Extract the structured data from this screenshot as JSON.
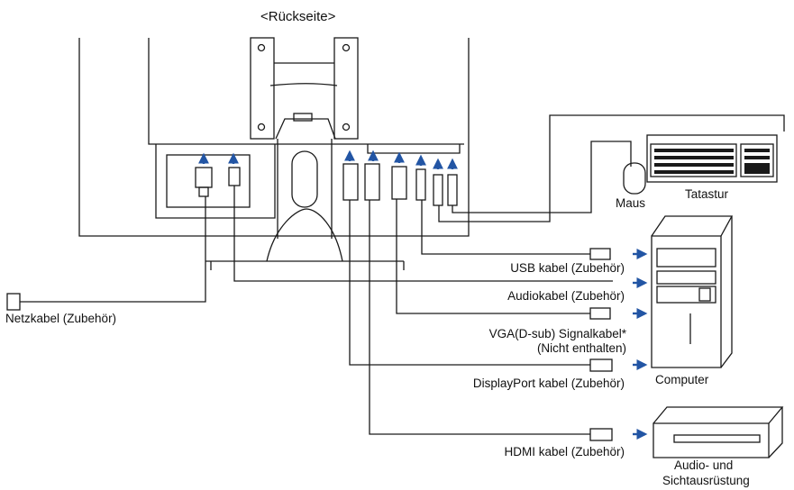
{
  "title": "<Rückseite>",
  "devices": {
    "keyboard": "Tatastur",
    "mouse": "Maus",
    "computer": "Computer",
    "av_line1": "Audio- und",
    "av_line2": "Sichtausrüstung"
  },
  "cables": {
    "usb": "USB kabel (Zubehör)",
    "audio": "Audiokabel (Zubehör)",
    "vga_line1": "VGA(D-sub) Signalkabel*",
    "vga_line2": "(Nicht enthalten)",
    "displayport": "DisplayPort kabel (Zubehör)",
    "hdmi": "HDMI kabel (Zubehör)",
    "power": "Netzkabel (Zubehör)"
  },
  "colors": {
    "line": "#1a1a1a",
    "arrow": "#2255a4"
  }
}
